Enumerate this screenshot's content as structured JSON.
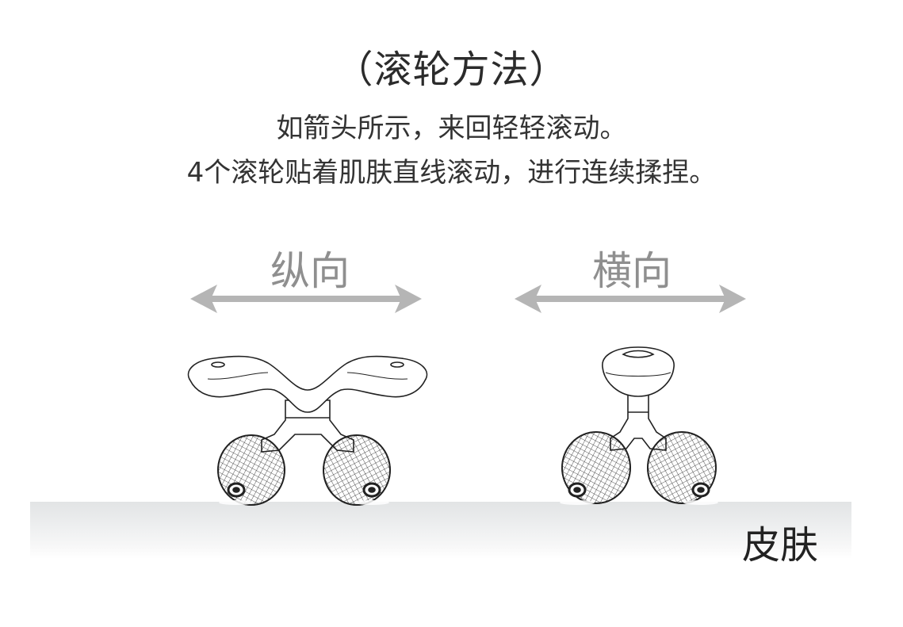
{
  "title": "（滚轮方法）",
  "description": {
    "line1": "如箭头所示，来回轻轻滚动。",
    "line2": "4个滚轮贴着肌肤直线滚动，进行连续揉捏。"
  },
  "directions": {
    "left_label": "纵向",
    "right_label": "横向"
  },
  "skin_label": "皮肤",
  "colors": {
    "arrow": "#b5b5b5",
    "label_gray": "#8f8f8f",
    "line_art": "#222222"
  }
}
